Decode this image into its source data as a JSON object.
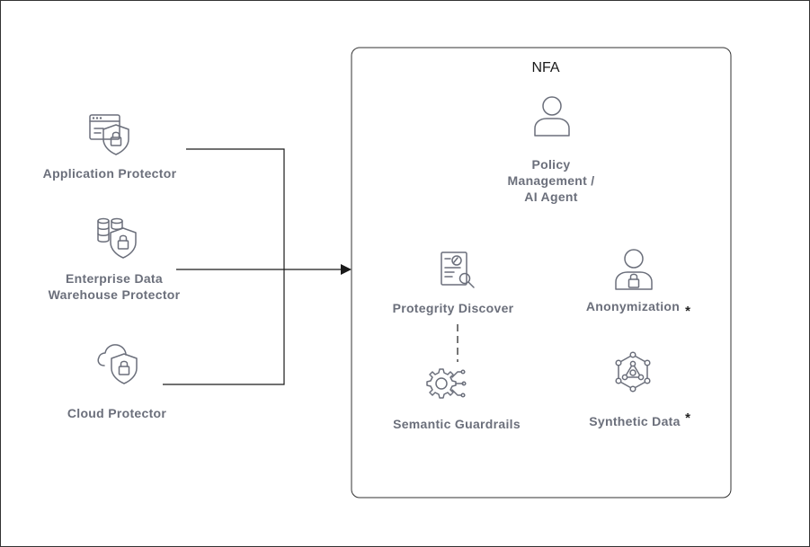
{
  "diagram": {
    "container": {
      "title": "NFA"
    },
    "sources": [
      {
        "label": "Application Protector",
        "icon": "browser-shield-icon"
      },
      {
        "label_line1": "Enterprise Data",
        "label_line2": "Warehouse Protector",
        "icon": "database-shield-icon"
      },
      {
        "label": "Cloud Protector",
        "icon": "cloud-shield-icon"
      }
    ],
    "nodes": {
      "policy": {
        "line1": "Policy",
        "line2": "Management /",
        "line3": "AI Agent",
        "icon": "user-icon"
      },
      "discover": {
        "label": "Protegrity Discover",
        "icon": "document-search-icon"
      },
      "anonymization": {
        "label": "Anonymization",
        "marker": "*",
        "icon": "user-lock-icon"
      },
      "guardrails": {
        "label": "Semantic Guardrails",
        "icon": "gear-circuit-icon"
      },
      "synthetic": {
        "label": "Synthetic Data",
        "marker": "*",
        "icon": "network-hexagon-icon"
      }
    },
    "colors": {
      "icon": "#6b6f7b",
      "line": "#1a1a1a",
      "border": "#333333"
    }
  }
}
